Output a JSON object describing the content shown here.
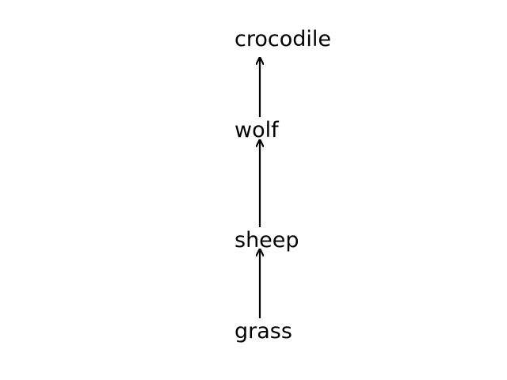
{
  "diagram": {
    "type": "food-chain",
    "direction": "bottom-to-top",
    "nodes": [
      {
        "id": "grass",
        "label": "grass"
      },
      {
        "id": "sheep",
        "label": "sheep"
      },
      {
        "id": "wolf",
        "label": "wolf"
      },
      {
        "id": "crocodile",
        "label": "crocodile"
      }
    ],
    "edges": [
      {
        "from": "grass",
        "to": "sheep"
      },
      {
        "from": "sheep",
        "to": "wolf"
      },
      {
        "from": "wolf",
        "to": "crocodile"
      }
    ],
    "colors": {
      "background": "#ffffff",
      "text": "#000000",
      "arrow": "#000000"
    }
  }
}
